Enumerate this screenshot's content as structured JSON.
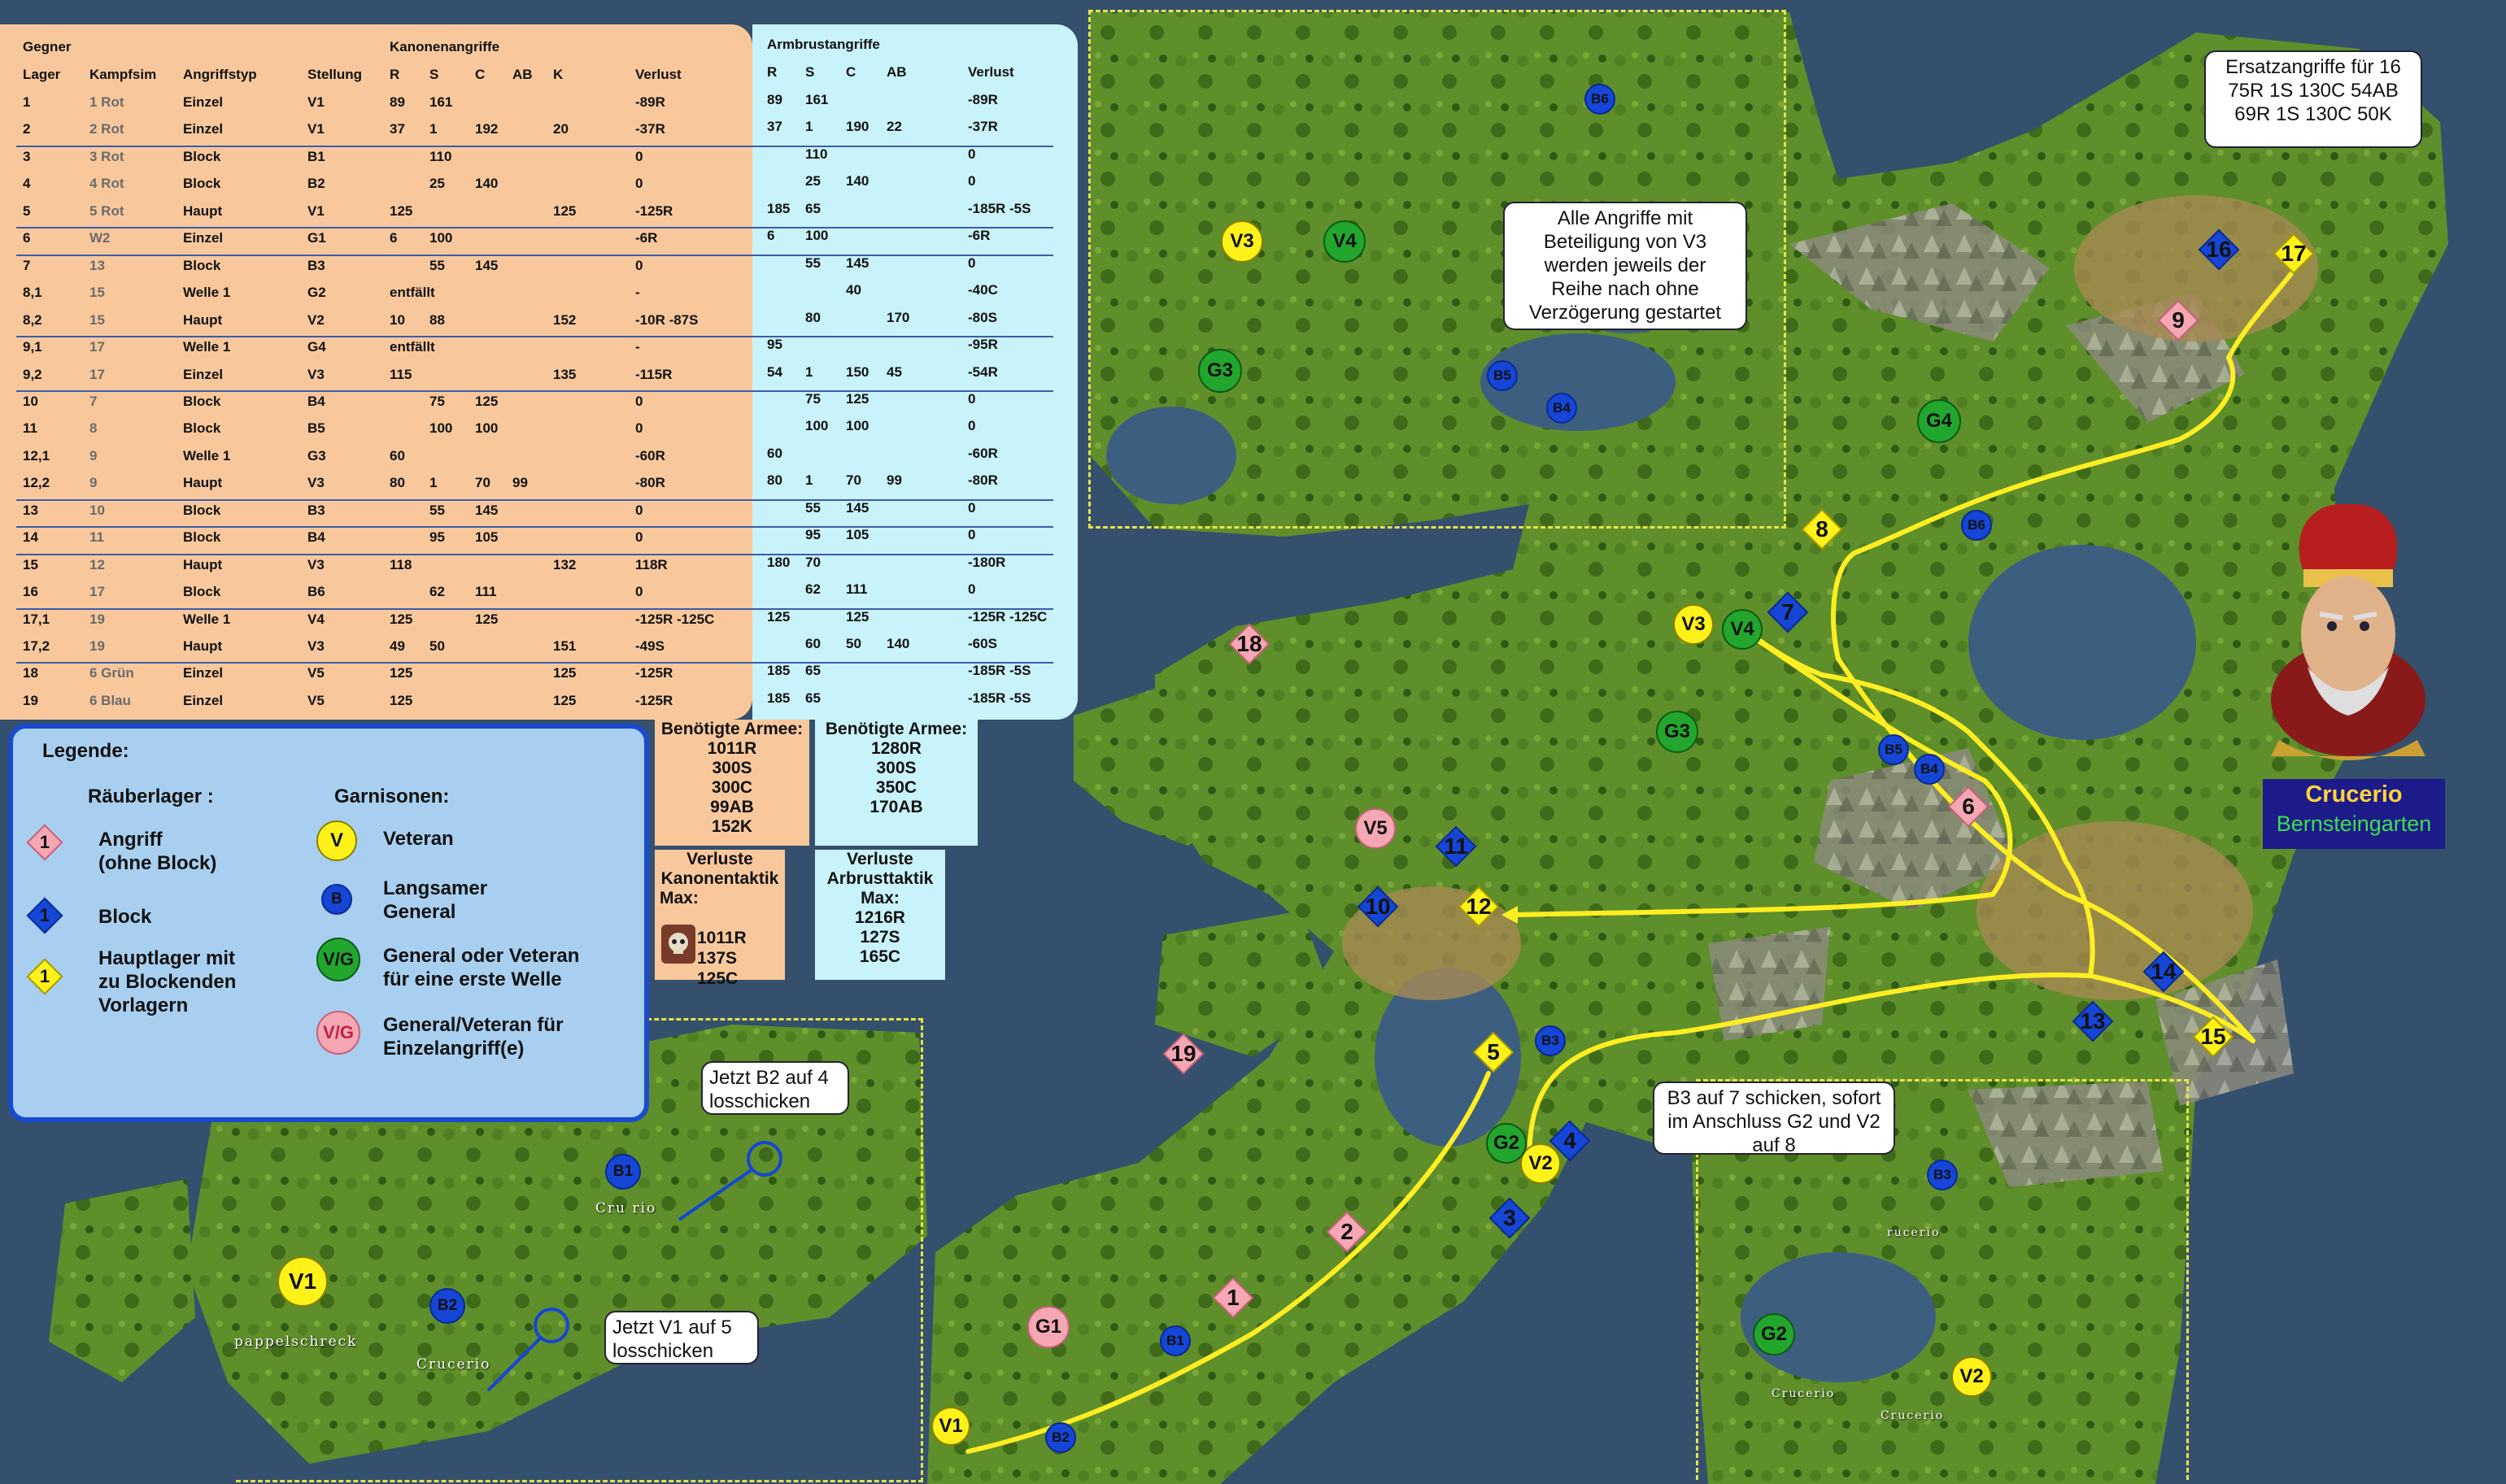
{
  "table": {
    "heading_gegner": "Gegner",
    "heading_kanonen": "Kanonenangriffe",
    "heading_armbrust": "Armbrustangriffe",
    "columns_left": [
      "Lager",
      "Kampfsim",
      "Angriffstyp",
      "Stellung",
      "R",
      "S",
      "C",
      "AB",
      "K",
      "Verlust"
    ],
    "columns_right": [
      "R",
      "S",
      "C",
      "AB",
      "Verlust"
    ],
    "rows": [
      {
        "lager": "1",
        "sim": "1 Rot",
        "typ": "Einzel",
        "stell": "V1",
        "r": "89",
        "s": "161",
        "c": "",
        "ab": "",
        "k": "",
        "verlust": "-89R",
        "ar": "89",
        "as": "161",
        "ac": "",
        "aab": "",
        "av": "-89R"
      },
      {
        "lager": "2",
        "sim": "2 Rot",
        "typ": "Einzel",
        "stell": "V1",
        "r": "37",
        "s": "1",
        "c": "192",
        "ab": "",
        "k": "20",
        "verlust": "-37R",
        "ar": "37",
        "as": "1",
        "ac": "190",
        "aab": "22",
        "av": "-37R"
      },
      {
        "lager": "3",
        "sim": "3 Rot",
        "typ": "Block",
        "stell": "B1",
        "r": "",
        "s": "110",
        "c": "",
        "ab": "",
        "k": "",
        "verlust": "0",
        "ar": "",
        "as": "110",
        "ac": "",
        "aab": "",
        "av": "0"
      },
      {
        "lager": "4",
        "sim": "4 Rot",
        "typ": "Block",
        "stell": "B2",
        "r": "",
        "s": "25",
        "c": "140",
        "ab": "",
        "k": "",
        "verlust": "0",
        "ar": "",
        "as": "25",
        "ac": "140",
        "aab": "",
        "av": "0"
      },
      {
        "lager": "5",
        "sim": "5 Rot",
        "typ": "Haupt",
        "stell": "V1",
        "r": "125",
        "s": "",
        "c": "",
        "ab": "",
        "k": "125",
        "verlust": "-125R",
        "ar": "185",
        "as": "65",
        "ac": "",
        "aab": "",
        "av": "-185R -5S"
      },
      {
        "lager": "6",
        "sim": "W2",
        "typ": "Einzel",
        "stell": "G1",
        "r": "6",
        "s": "100",
        "c": "",
        "ab": "",
        "k": "",
        "verlust": "-6R",
        "ar": "6",
        "as": "100",
        "ac": "",
        "aab": "",
        "av": "-6R"
      },
      {
        "lager": "7",
        "sim": "13",
        "typ": "Block",
        "stell": "B3",
        "r": "",
        "s": "55",
        "c": "145",
        "ab": "",
        "k": "",
        "verlust": "0",
        "ar": "",
        "as": "55",
        "ac": "145",
        "aab": "",
        "av": "0"
      },
      {
        "lager": "8,1",
        "sim": "15",
        "typ": "Welle 1",
        "stell": "G2",
        "r": "entfällt",
        "s": "",
        "c": "",
        "ab": "",
        "k": "",
        "verlust": "-",
        "ar": "",
        "as": "",
        "ac": "40",
        "aab": "",
        "av": "-40C"
      },
      {
        "lager": "8,2",
        "sim": "15",
        "typ": "Haupt",
        "stell": "V2",
        "r": "10",
        "s": "88",
        "c": "",
        "ab": "",
        "k": "152",
        "verlust": "-10R -87S",
        "ar": "",
        "as": "80",
        "ac": "",
        "aab": "170",
        "av": "-80S"
      },
      {
        "lager": "9,1",
        "sim": "17",
        "typ": "Welle 1",
        "stell": "G4",
        "r": "entfällt",
        "s": "",
        "c": "",
        "ab": "",
        "k": "",
        "verlust": "-",
        "ar": "95",
        "as": "",
        "ac": "",
        "aab": "",
        "av": "-95R"
      },
      {
        "lager": "9,2",
        "sim": "17",
        "typ": "Einzel",
        "stell": "V3",
        "r": "115",
        "s": "",
        "c": "",
        "ab": "",
        "k": "135",
        "verlust": "-115R",
        "ar": "54",
        "as": "1",
        "ac": "150",
        "aab": "45",
        "av": "-54R"
      },
      {
        "lager": "10",
        "sim": "7",
        "typ": "Block",
        "stell": "B4",
        "r": "",
        "s": "75",
        "c": "125",
        "ab": "",
        "k": "",
        "verlust": "0",
        "ar": "",
        "as": "75",
        "ac": "125",
        "aab": "",
        "av": "0"
      },
      {
        "lager": "11",
        "sim": "8",
        "typ": "Block",
        "stell": "B5",
        "r": "",
        "s": "100",
        "c": "100",
        "ab": "",
        "k": "",
        "verlust": "0",
        "ar": "",
        "as": "100",
        "ac": "100",
        "aab": "",
        "av": "0"
      },
      {
        "lager": "12,1",
        "sim": "9",
        "typ": "Welle 1",
        "stell": "G3",
        "r": "60",
        "s": "",
        "c": "",
        "ab": "",
        "k": "",
        "verlust": "-60R",
        "ar": "60",
        "as": "",
        "ac": "",
        "aab": "",
        "av": "-60R"
      },
      {
        "lager": "12,2",
        "sim": "9",
        "typ": "Haupt",
        "stell": "V3",
        "r": "80",
        "s": "1",
        "c": "70",
        "ab": "99",
        "k": "",
        "verlust": "-80R",
        "ar": "80",
        "as": "1",
        "ac": "70",
        "aab": "99",
        "av": "-80R"
      },
      {
        "lager": "13",
        "sim": "10",
        "typ": "Block",
        "stell": "B3",
        "r": "",
        "s": "55",
        "c": "145",
        "ab": "",
        "k": "",
        "verlust": "0",
        "ar": "",
        "as": "55",
        "ac": "145",
        "aab": "",
        "av": "0"
      },
      {
        "lager": "14",
        "sim": "11",
        "typ": "Block",
        "stell": "B4",
        "r": "",
        "s": "95",
        "c": "105",
        "ab": "",
        "k": "",
        "verlust": "0",
        "ar": "",
        "as": "95",
        "ac": "105",
        "aab": "",
        "av": "0"
      },
      {
        "lager": "15",
        "sim": "12",
        "typ": "Haupt",
        "stell": "V3",
        "r": "118",
        "s": "",
        "c": "",
        "ab": "",
        "k": "132",
        "verlust": "118R",
        "ar": "180",
        "as": "70",
        "ac": "",
        "aab": "",
        "av": "-180R"
      },
      {
        "lager": "16",
        "sim": "17",
        "typ": "Block",
        "stell": "B6",
        "r": "",
        "s": "62",
        "c": "111",
        "ab": "",
        "k": "",
        "verlust": "0",
        "ar": "",
        "as": "62",
        "ac": "111",
        "aab": "",
        "av": "0"
      },
      {
        "lager": "17,1",
        "sim": "19",
        "typ": "Welle 1",
        "stell": "V4",
        "r": "125",
        "s": "",
        "c": "125",
        "ab": "",
        "k": "",
        "verlust": "-125R -125C",
        "ar": "125",
        "as": "",
        "ac": "125",
        "aab": "",
        "av": "-125R -125C"
      },
      {
        "lager": "17,2",
        "sim": "19",
        "typ": "Haupt",
        "stell": "V3",
        "r": "49",
        "s": "50",
        "c": "",
        "ab": "",
        "k": "151",
        "verlust": "-49S",
        "ar": "",
        "as": "60",
        "ac": "50",
        "aab": "140",
        "av": "-60S"
      },
      {
        "lager": "18",
        "sim": "6 Grün",
        "typ": "Einzel",
        "stell": "V5",
        "r": "125",
        "s": "",
        "c": "",
        "ab": "",
        "k": "125",
        "verlust": "-125R",
        "ar": "185",
        "as": "65",
        "ac": "",
        "aab": "",
        "av": "-185R -5S"
      },
      {
        "lager": "19",
        "sim": "6 Blau",
        "typ": "Einzel",
        "stell": "V5",
        "r": "125",
        "s": "",
        "c": "",
        "ab": "",
        "k": "125",
        "verlust": "-125R",
        "ar": "185",
        "as": "65",
        "ac": "",
        "aab": "",
        "av": "-185R -5S"
      }
    ]
  },
  "summary": {
    "kanonen_needed_title": "Benötigte Armee:",
    "kanonen_needed": [
      "1011R",
      "300S",
      "300C",
      "99AB",
      "152K"
    ],
    "armbrust_needed_title": "Benötigte Armee:",
    "armbrust_needed": [
      "1280R",
      "300S",
      "350C",
      "170AB"
    ],
    "kanonen_loss_title": [
      "Verluste",
      "Kanonentaktik",
      "Max:"
    ],
    "kanonen_loss": [
      "1011R",
      "137S",
      "125C"
    ],
    "armbrust_loss_title": [
      "Verluste",
      "Arbrusttaktik",
      "Max:"
    ],
    "armbrust_loss": [
      "1216R",
      "127S",
      "165C"
    ]
  },
  "legend": {
    "title": "Legende:",
    "camps_title": "Räuberlager :",
    "garrison_title": "Garnisonen:",
    "items_left": [
      {
        "symbol": "1",
        "text": "Angriff\n(ohne Block)"
      },
      {
        "symbol": "1",
        "text": "Block"
      },
      {
        "symbol": "1",
        "text": "Hauptlager mit\nzu Blockenden\nVorlagern"
      }
    ],
    "items_right": [
      {
        "symbol": "V",
        "text": "Veteran"
      },
      {
        "symbol": "B",
        "text": "Langsamer\nGeneral"
      },
      {
        "symbol": "V/G",
        "text": "General oder Veteran\nfür eine erste Welle"
      },
      {
        "symbol": "V/G",
        "text": "General/Veteran für\nEinzelangriff(e)"
      }
    ]
  },
  "callouts": {
    "ersatz": "Ersatzangriffe für 16\n75R 1S 130C 54AB\n69R 1S 130C 50K",
    "v3": "Alle Angriffe mit\nBeteiligung von V3\nwerden jeweils der\nReihe nach ohne\nVerzögerung gestartet",
    "b3": "B3 auf 7 schicken, sofort\nim Anschluss G2 und V2\nauf 8",
    "b2": "Jetzt B2 auf 4\nlosschicken",
    "v1": "Jetzt V1 auf 5\nlosschicken"
  },
  "boss": {
    "name": "Crucerio",
    "region": "Bernsteingarten"
  },
  "camp_labels": [
    "pappelschreck",
    "Crucerio",
    "Cru  rio",
    "rucerio",
    "Crucerio",
    "Crucerio"
  ],
  "markers": {
    "pink_diamonds": [
      "1",
      "2",
      "6",
      "9",
      "18",
      "19"
    ],
    "blue_diamonds": [
      "3",
      "4",
      "7",
      "10",
      "11",
      "13",
      "14",
      "16"
    ],
    "yellow_diamonds": [
      "5",
      "8",
      "12",
      "15",
      "17"
    ],
    "veterans": [
      "V1",
      "V2",
      "V3",
      "V4",
      "V5"
    ],
    "generals": [
      "B1",
      "B2",
      "B3",
      "B4",
      "B5",
      "B6"
    ],
    "wave_generals": [
      "G2",
      "G3",
      "G4"
    ],
    "single_generals": [
      "G1",
      "V5"
    ]
  },
  "colors": {
    "table_left": "#f8c89c",
    "table_right": "#c9f3fa",
    "legend_bg": "#a8cff0",
    "legend_border": "#1a4ad0",
    "pink": "#f5a8b4",
    "blue": "#1546d6",
    "yellow": "#fff21a",
    "green": "#22a62e",
    "route": "#ffee22"
  }
}
